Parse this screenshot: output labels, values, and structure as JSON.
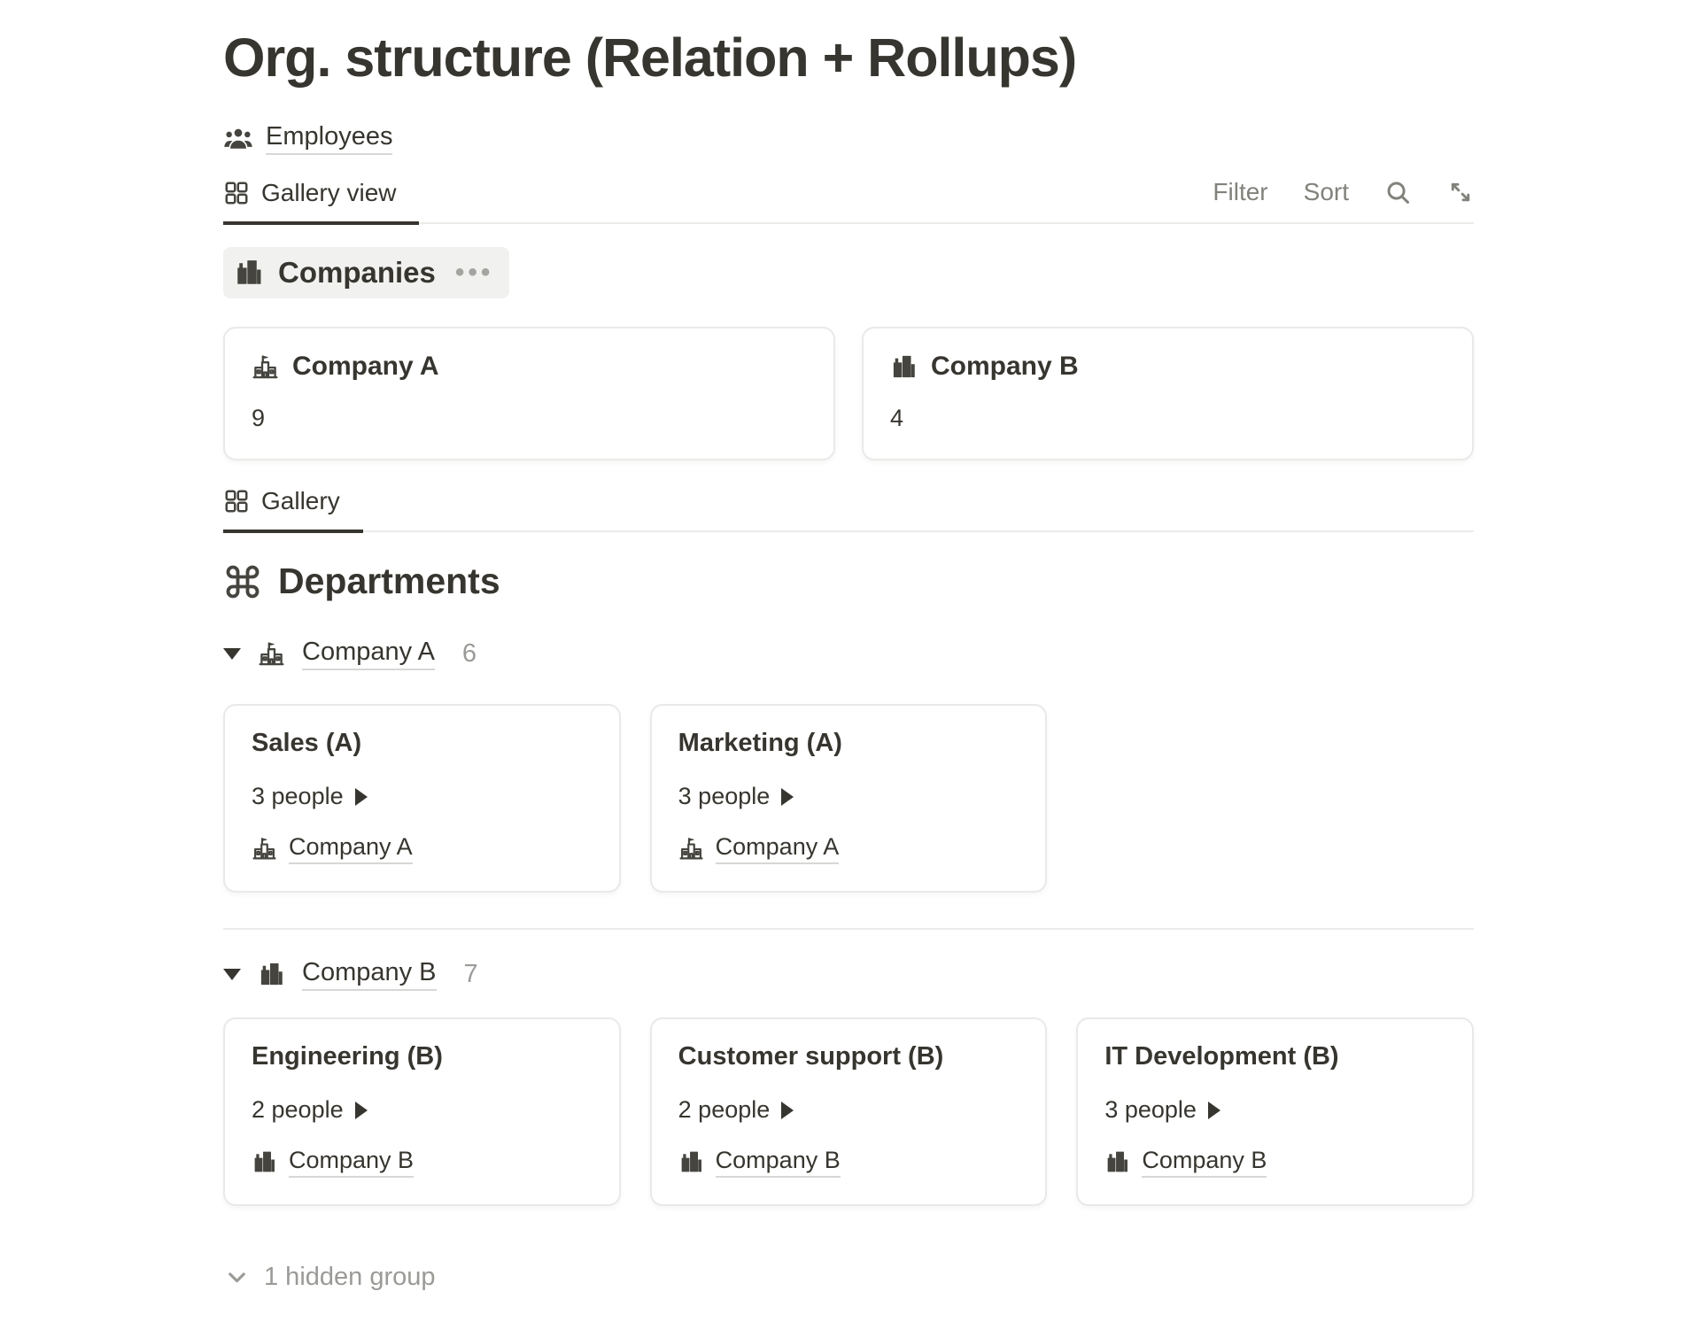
{
  "page": {
    "title": "Org. structure (Relation + Rollups)"
  },
  "breadcrumb": {
    "label": "Employees",
    "icon": "people-icon"
  },
  "toolbar": {
    "tab_label": "Gallery view",
    "tab_icon": "grid-icon",
    "filter_label": "Filter",
    "sort_label": "Sort",
    "icons": [
      "search-icon",
      "expand-arrows-icon"
    ]
  },
  "companies_section": {
    "title": "Companies",
    "icon": "office-building-icon",
    "menu_dots": "•••",
    "cards": [
      {
        "name": "Company A",
        "icon": "school-icon",
        "value": "9"
      },
      {
        "name": "Company B",
        "icon": "office-building-icon",
        "value": "4"
      }
    ]
  },
  "departments_section": {
    "tab_label": "Gallery",
    "tab_icon": "grid-icon",
    "title": "Departments",
    "title_icon": "command-icon",
    "groups": [
      {
        "name": "Company A",
        "icon": "school-icon",
        "count": "6",
        "cards": [
          {
            "title": "Sales (A)",
            "people": "3 people",
            "company": "Company A",
            "company_icon": "school-icon"
          },
          {
            "title": "Marketing (A)",
            "people": "3 people",
            "company": "Company A",
            "company_icon": "school-icon"
          }
        ]
      },
      {
        "name": "Company B",
        "icon": "office-building-icon",
        "count": "7",
        "cards": [
          {
            "title": "Engineering (B)",
            "people": "2 people",
            "company": "Company B",
            "company_icon": "office-building-icon"
          },
          {
            "title": "Customer support (B)",
            "people": "2 people",
            "company": "Company B",
            "company_icon": "office-building-icon"
          },
          {
            "title": "IT Development (B)",
            "people": "3 people",
            "company": "Company B",
            "company_icon": "office-building-icon"
          }
        ]
      }
    ],
    "hidden_group_label": "1 hidden group"
  },
  "colors": {
    "text": "#37352f",
    "muted": "#9b9a97",
    "toolbar_gray": "#82827c",
    "card_border": "#e9e9e7",
    "header_bg": "#f1f1ef",
    "active_tab_underline": "#37352f"
  }
}
